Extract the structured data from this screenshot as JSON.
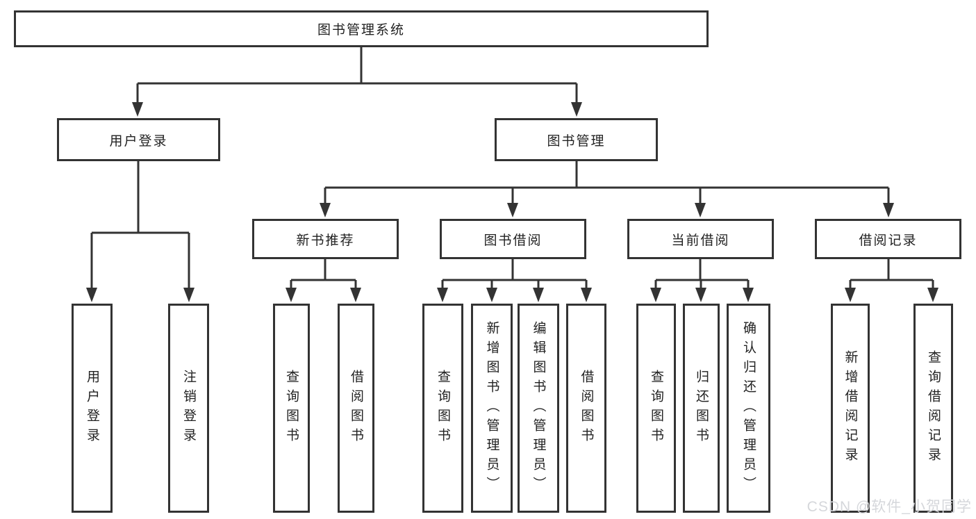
{
  "diagram_title": "图书管理系统",
  "tree": {
    "label": "图书管理系统",
    "children": [
      {
        "label": "用户登录",
        "children": [
          {
            "label": "用户登录"
          },
          {
            "label": "注销登录"
          }
        ]
      },
      {
        "label": "图书管理",
        "children": [
          {
            "label": "新书推荐",
            "children": [
              {
                "label": "查询图书"
              },
              {
                "label": "借阅图书"
              }
            ]
          },
          {
            "label": "图书借阅",
            "children": [
              {
                "label": "查询图书"
              },
              {
                "label": "新增图书（管理员）"
              },
              {
                "label": "编辑图书（管理员）"
              },
              {
                "label": "借阅图书"
              }
            ]
          },
          {
            "label": "当前借阅",
            "children": [
              {
                "label": "查询图书"
              },
              {
                "label": "归还图书"
              },
              {
                "label": "确认归还（管理员）"
              }
            ]
          },
          {
            "label": "借阅记录",
            "children": [
              {
                "label": "新增借阅记录"
              },
              {
                "label": "查询借阅记录"
              }
            ]
          }
        ]
      }
    ]
  },
  "watermark": "CSDN @软件_小贺同学",
  "colors": {
    "line": "#333333",
    "box_border": "#333333",
    "text": "#222222",
    "background": "#ffffff",
    "watermark": "#d5d7db"
  }
}
